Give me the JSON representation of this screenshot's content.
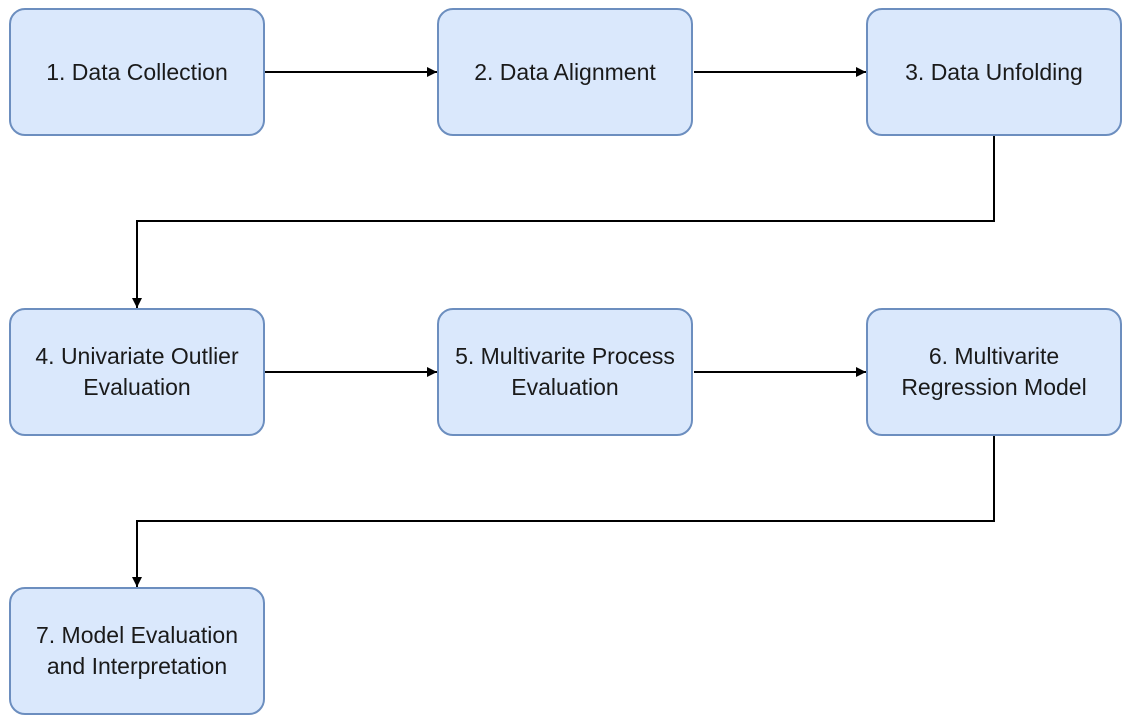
{
  "flowchart": {
    "steps": [
      {
        "label": "1. Data Collection"
      },
      {
        "label": "2. Data Alignment"
      },
      {
        "label": "3. Data Unfolding"
      },
      {
        "label": "4. Univariate Outlier\nEvaluation"
      },
      {
        "label": "5. Multivarite Process\nEvaluation"
      },
      {
        "label": "6. Multivarite\nRegression Model"
      },
      {
        "label": "7. Model Evaluation\nand Interpretation"
      }
    ],
    "connections": [
      {
        "from": 1,
        "to": 2
      },
      {
        "from": 2,
        "to": 3
      },
      {
        "from": 3,
        "to": 4
      },
      {
        "from": 4,
        "to": 5
      },
      {
        "from": 5,
        "to": 6
      },
      {
        "from": 6,
        "to": 7
      }
    ],
    "colors": {
      "node_fill": "#dae8fc",
      "node_border": "#6c8ebf",
      "connector": "#000000"
    }
  }
}
